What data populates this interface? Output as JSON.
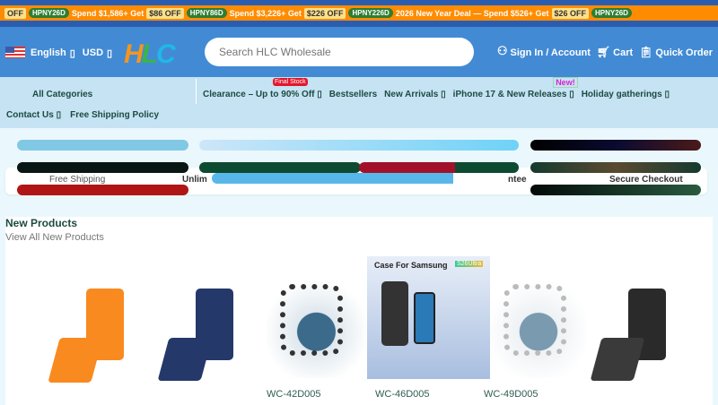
{
  "promo": {
    "items": [
      {
        "type": "off",
        "text": "OFF"
      },
      {
        "type": "code",
        "text": "HPNY26D"
      },
      {
        "type": "text",
        "text": "Spend $1,586+ Get"
      },
      {
        "type": "off",
        "text": "$86 OFF"
      },
      {
        "type": "code",
        "text": "HPNY86D"
      },
      {
        "type": "text",
        "text": "Spend $3,226+ Get"
      },
      {
        "type": "off",
        "text": "$226 OFF"
      },
      {
        "type": "code",
        "text": "HPNY226D"
      },
      {
        "type": "text",
        "text": "2026 New Year Deal — Spend $526+ Get"
      },
      {
        "type": "off",
        "text": "$26 OFF"
      },
      {
        "type": "code",
        "text": "HPNY26D"
      }
    ]
  },
  "header": {
    "language": "English",
    "currency": "USD",
    "logo": "HLC",
    "search_placeholder": "Search HLC Wholesale",
    "sign_in": "Sign In / Account",
    "cart": "Cart",
    "quick_order": "Quick Order"
  },
  "nav": {
    "all_categories": "All Categories",
    "items": [
      "Clearance – Up to 90% Off",
      "Bestsellers",
      "New Arrivals",
      "iPhone 17 & New Releases",
      "Holiday gatherings",
      "Contact Us",
      "Free Shipping Policy"
    ],
    "badge_final": "Final Stock",
    "badge_new": "New!"
  },
  "features": [
    "Free Shipping",
    "Unlim",
    "ntee",
    "Secure Checkout"
  ],
  "new_products": {
    "title": "New Products",
    "link": "View All New Products",
    "banner_text": "Case For Samsung",
    "banner_badge": "S26Ultra",
    "skus": [
      "WC-42D005",
      "WC-46D005",
      "WC-49D005"
    ]
  },
  "colors": {
    "promo": "#ff8c00",
    "header": "#428bd4",
    "nav": "#c5e3f3",
    "code": "#2e7d32"
  }
}
